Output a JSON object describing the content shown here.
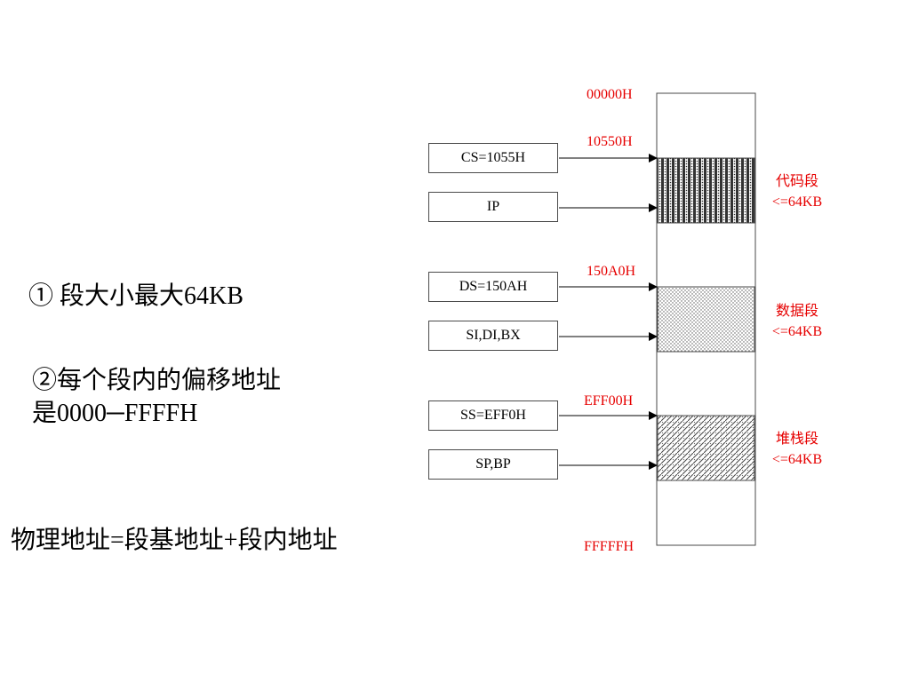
{
  "notes": {
    "point1": "① 段大小最大64KB",
    "point2_line1": "②每个段内的偏移地址",
    "point2_line2": "是0000─FFFFH",
    "formula": "物理地址=段基地址+段内地址"
  },
  "addresses": {
    "start": "00000H",
    "code": "10550H",
    "data": "150A0H",
    "stack": "EFF00H",
    "end": "FFFFFH"
  },
  "registers": {
    "cs": "CS=1055H",
    "ip": "IP",
    "ds": "DS=150AH",
    "si_di_bx": "SI,DI,BX",
    "ss": "SS=EFF0H",
    "sp_bp": "SP,BP"
  },
  "segments": {
    "code": {
      "name": "代码段",
      "size": "<=64KB"
    },
    "data": {
      "name": "数据段",
      "size": "<=64KB"
    },
    "stack": {
      "name": "堆栈段",
      "size": "<=64KB"
    }
  },
  "colors": {
    "accent": "#e60000",
    "line": "#000000"
  }
}
